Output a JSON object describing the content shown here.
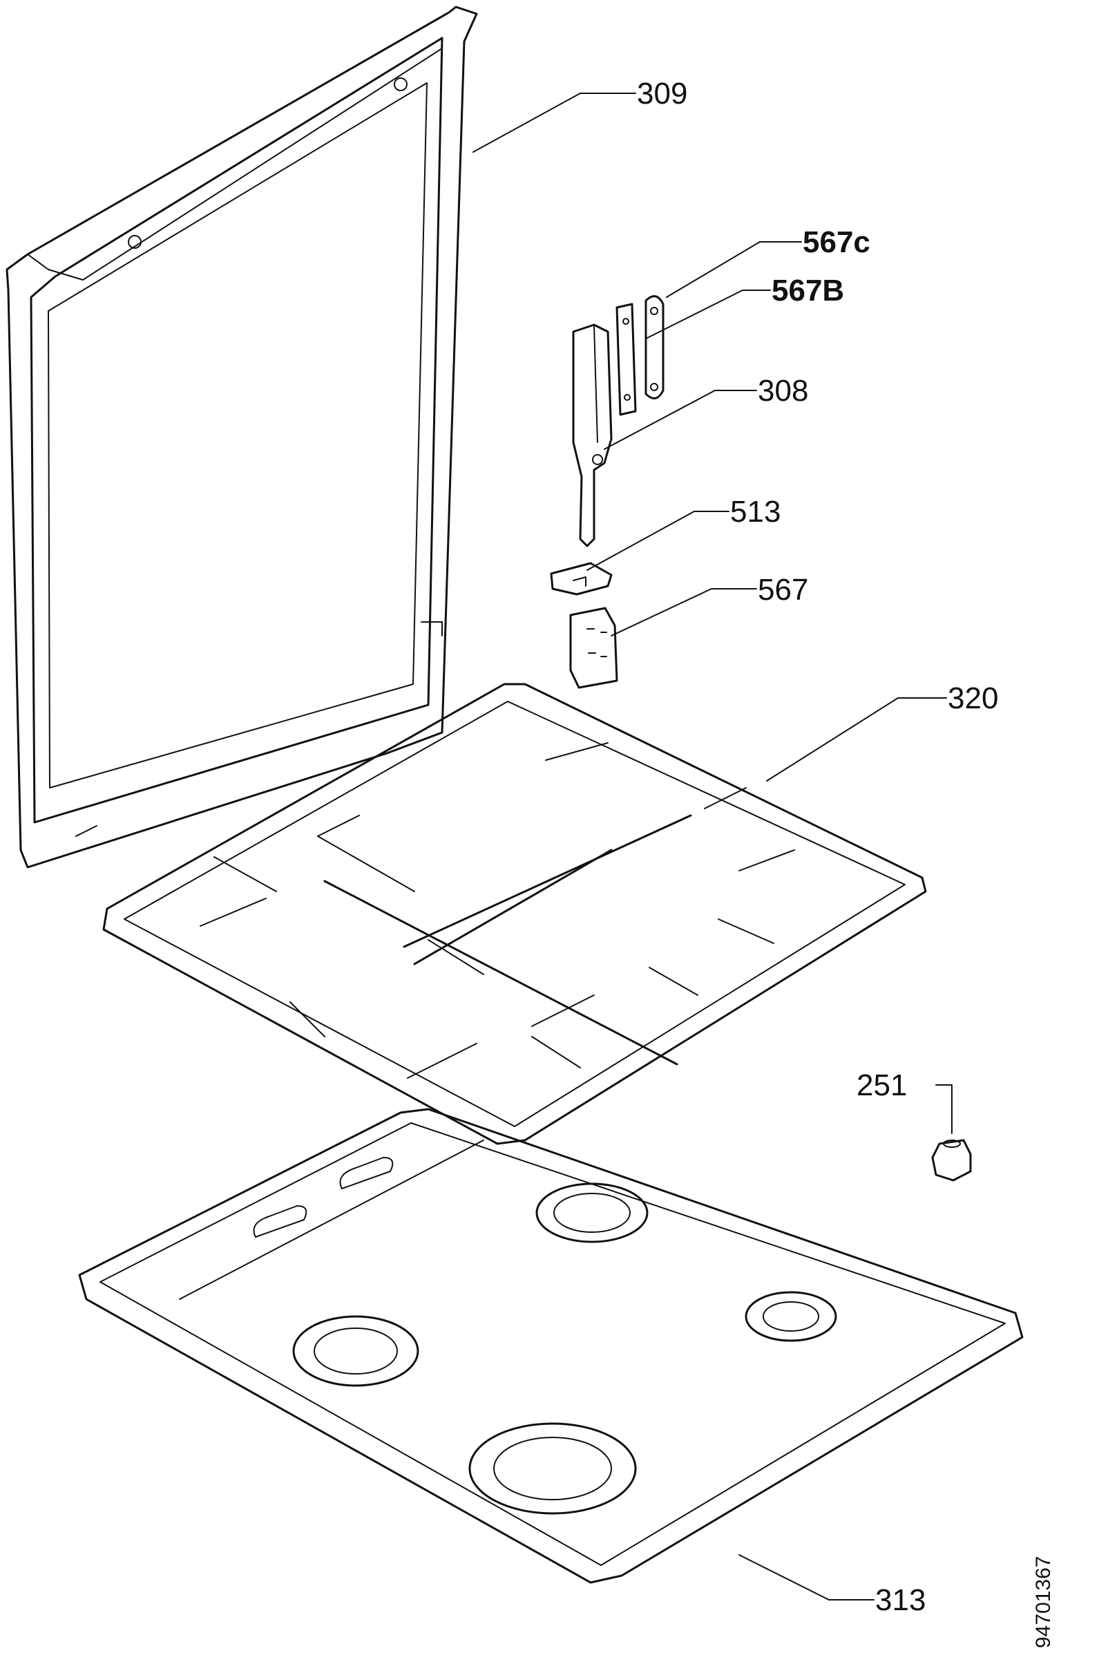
{
  "diagram": {
    "labels": {
      "p309": "309",
      "p567c": "567c",
      "p567b": "567B",
      "p308": "308",
      "p513": "513",
      "p567": "567",
      "p320": "320",
      "p251": "251",
      "p313": "313"
    },
    "document_number": "94701367"
  }
}
